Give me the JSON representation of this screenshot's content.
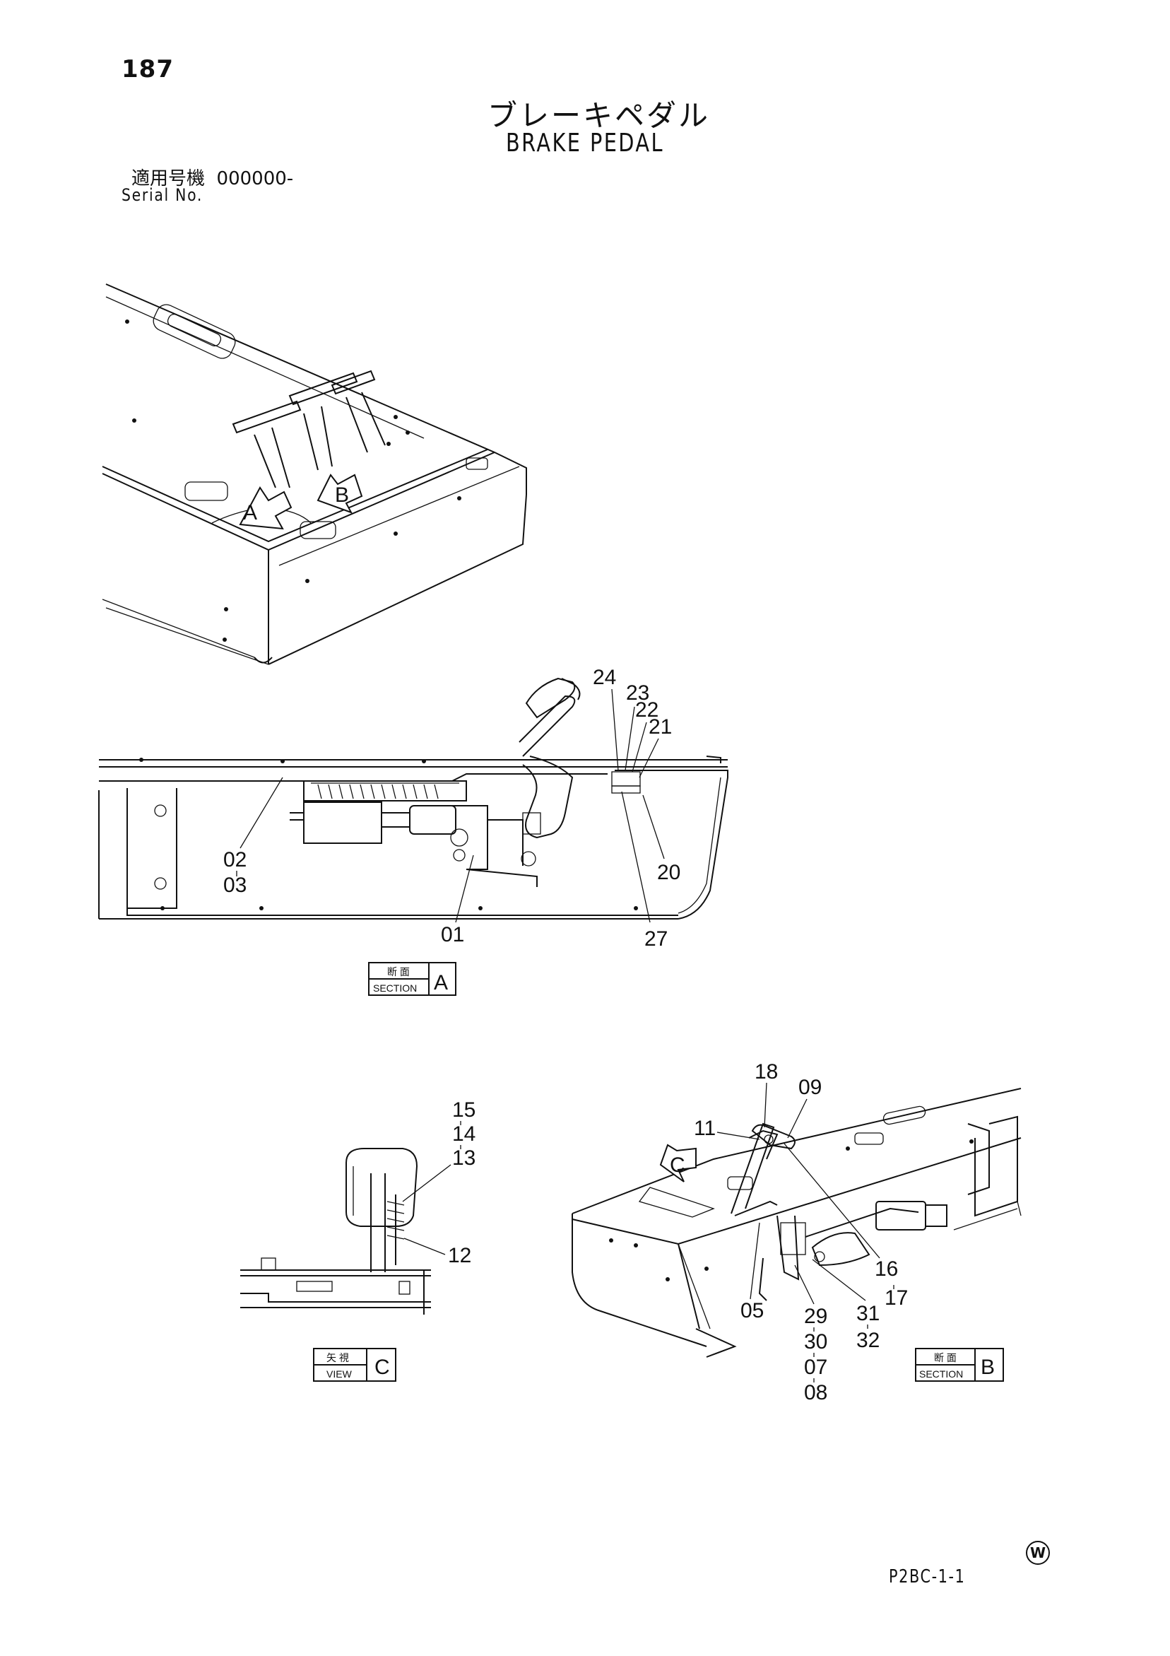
{
  "header": {
    "page_number": "187",
    "title_jp": "ブレーキペダル",
    "title_en": "BRAKE PEDAL",
    "applicability_label": "適用号機",
    "applicability_value": "000000-",
    "serial_label": "Serial No."
  },
  "views": {
    "section_a": {
      "jp": "断 面",
      "en": "SECTION",
      "letter": "A"
    },
    "view_c": {
      "jp": "矢 視",
      "en": "VIEW",
      "letter": "C"
    },
    "section_b": {
      "jp": "断 面",
      "en": "SECTION",
      "letter": "B"
    }
  },
  "overview_arrows": {
    "a": "A",
    "b": "B",
    "c": "C"
  },
  "callouts_section_a": [
    "24",
    "23",
    "22",
    "21",
    "20",
    "27",
    "01",
    "02",
    "03"
  ],
  "callouts_view_c": [
    "15",
    "14",
    "13",
    "12"
  ],
  "callouts_section_b": [
    "18",
    "09",
    "11",
    "16",
    "17",
    "31",
    "32",
    "29",
    "30",
    "07",
    "08",
    "05"
  ],
  "footer": {
    "code": "P2BC-1-1",
    "mark": "W"
  }
}
